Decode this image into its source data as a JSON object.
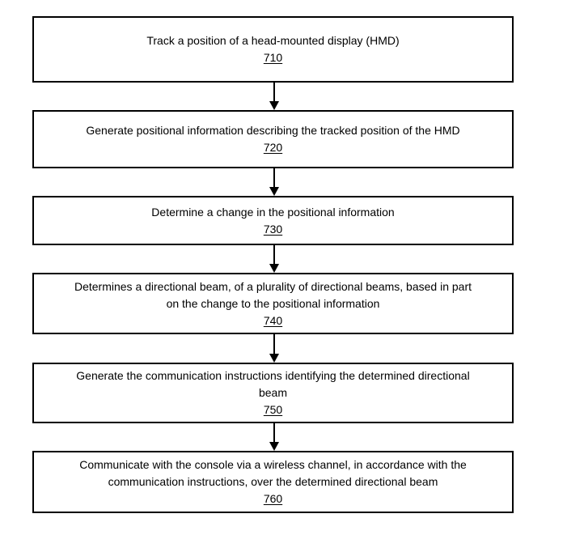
{
  "figure": {
    "steps": [
      {
        "text": "Track a position of a head-mounted display (HMD)",
        "ref": "710"
      },
      {
        "text": "Generate positional information describing the tracked position of the HMD",
        "ref": "720"
      },
      {
        "text": "Determine a change in the positional information",
        "ref": "730"
      },
      {
        "text": "Determines a directional beam, of a plurality of directional beams, based in part\non the change to the positional information",
        "ref": "740"
      },
      {
        "text": "Generate the communication instructions identifying the determined directional\nbeam",
        "ref": "750"
      },
      {
        "text": "Communicate with the console via a wireless channel, in accordance with the\ncommunication instructions, over the determined directional beam",
        "ref": "760"
      }
    ]
  },
  "colors": {
    "border": "#000000",
    "text": "#000000",
    "background": "#ffffff"
  }
}
